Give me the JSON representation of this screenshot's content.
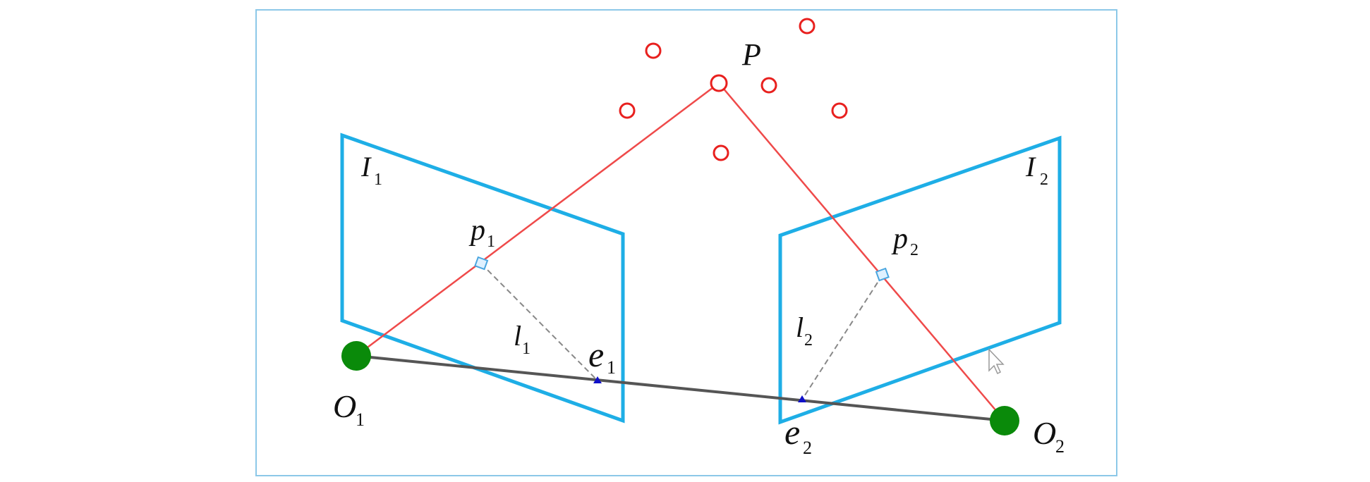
{
  "diagram": {
    "labels": {
      "P": "P",
      "I1": "I",
      "I1_sub": "1",
      "I2": "I",
      "I2_sub": "2",
      "p1": "p",
      "p1_sub": "1",
      "p2": "p",
      "p2_sub": "2",
      "l1": "l",
      "l1_sub": "1",
      "l2": "l",
      "l2_sub": "2",
      "e1": "e",
      "e1_sub": "1",
      "e2": "e",
      "e2_sub": "2",
      "O1": "O",
      "O1_sub": "1",
      "O2": "O",
      "O2_sub": "2"
    },
    "colors": {
      "frame": "#8cc8e8",
      "image_plane": "#1eaee6",
      "projection_ray": "#ef4a4a",
      "point_circle": "#e8201e",
      "camera_center": "#0a8a0a",
      "baseline": "#555555",
      "epipole": "#1010c8",
      "epipolar_line": "#888888"
    }
  }
}
